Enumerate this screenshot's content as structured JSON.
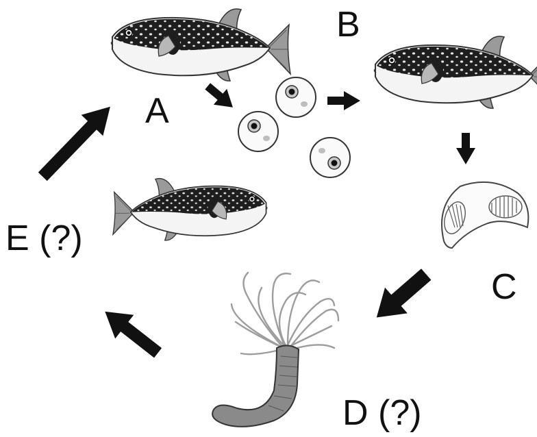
{
  "labels": {
    "a": "A",
    "b": "B",
    "c": "C",
    "d": "D (?)",
    "e": "E (?)"
  },
  "icons": {
    "adult_fish_a": "pufferfish-icon",
    "juvenile_fish": "pufferfish-icon",
    "adult_fish_b": "pufferfish-icon",
    "egg": "egg-icon",
    "stage_c": "cyst-icon",
    "stage_d": "polyp-icon",
    "arrow": "arrow-icon"
  },
  "colors": {
    "arrow": "#111111",
    "fish_back": "#2b2b2b",
    "fish_belly": "#f4f4f4",
    "fin": "#9a9a9a",
    "outline": "#333333",
    "polyp_body": "#8a8a8a"
  }
}
